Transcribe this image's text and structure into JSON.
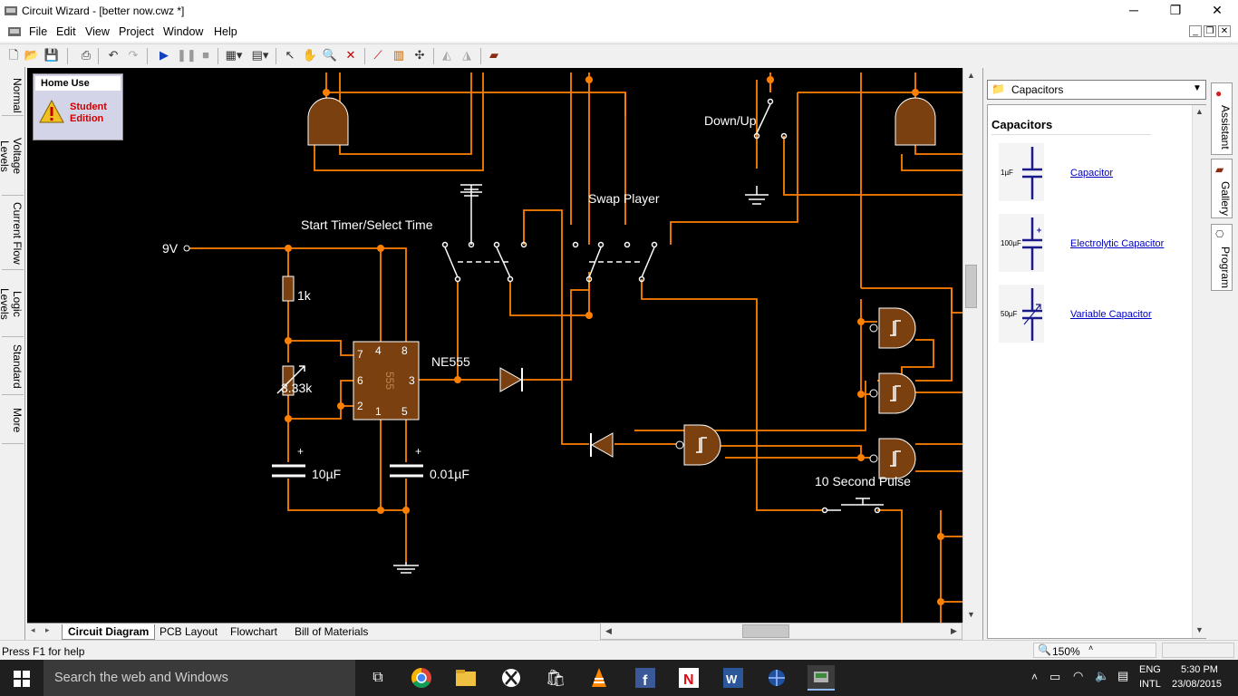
{
  "window": {
    "title": "Circuit Wizard - [better now.cwz *]",
    "buttons": [
      "─",
      "❐",
      "✕"
    ]
  },
  "menu": [
    "File",
    "Edit",
    "View",
    "Project",
    "Window",
    "Help"
  ],
  "left_tabs": [
    "Normal",
    "Voltage Levels",
    "Current Flow",
    "Logic Levels",
    "Standard",
    "More"
  ],
  "home_use": {
    "title": "Home Use",
    "badge": "Student Edition"
  },
  "circuit": {
    "labels": {
      "nine_volt": "9V",
      "r1": "1k",
      "r2": "3.33k",
      "c1": "10µF",
      "c2": "0.01µF",
      "ic_name": "NE555",
      "ic_body": "555",
      "start_timer": "Start Timer/Select Time",
      "swap_player": "Swap Player",
      "down_up": "Down/Up",
      "pulse": "10 Second Pulse"
    },
    "pins": {
      "p7": "7",
      "p4": "4",
      "p8": "8",
      "p6": "6",
      "p3": "3",
      "p2": "2",
      "p1": "1",
      "p5": "5"
    },
    "plus": "+"
  },
  "bottom_tabs": [
    "Circuit Diagram",
    "PCB Layout",
    "Flowchart",
    "Bill of Materials"
  ],
  "right_panel": {
    "combo_value": "Capacitors",
    "section_title": "Capacitors",
    "items": [
      {
        "value": "1µF",
        "label": "Capacitor"
      },
      {
        "value": "100µF",
        "label": "Electrolytic Capacitor"
      },
      {
        "value": "50µF",
        "label": "Variable Capacitor"
      }
    ]
  },
  "right_tabs": [
    "Assistant",
    "Gallery",
    "Program"
  ],
  "status": {
    "help": "Press F1 for help",
    "zoom": "150%"
  },
  "taskbar": {
    "search_placeholder": "Search the web and Windows",
    "lang_1": "ENG",
    "lang_2": "INTL",
    "time": "5:30 PM",
    "date": "23/08/2015"
  },
  "colors": {
    "wire": "#ff8000",
    "component": "#7a4010",
    "background": "#000000",
    "link": "#0000c0"
  }
}
